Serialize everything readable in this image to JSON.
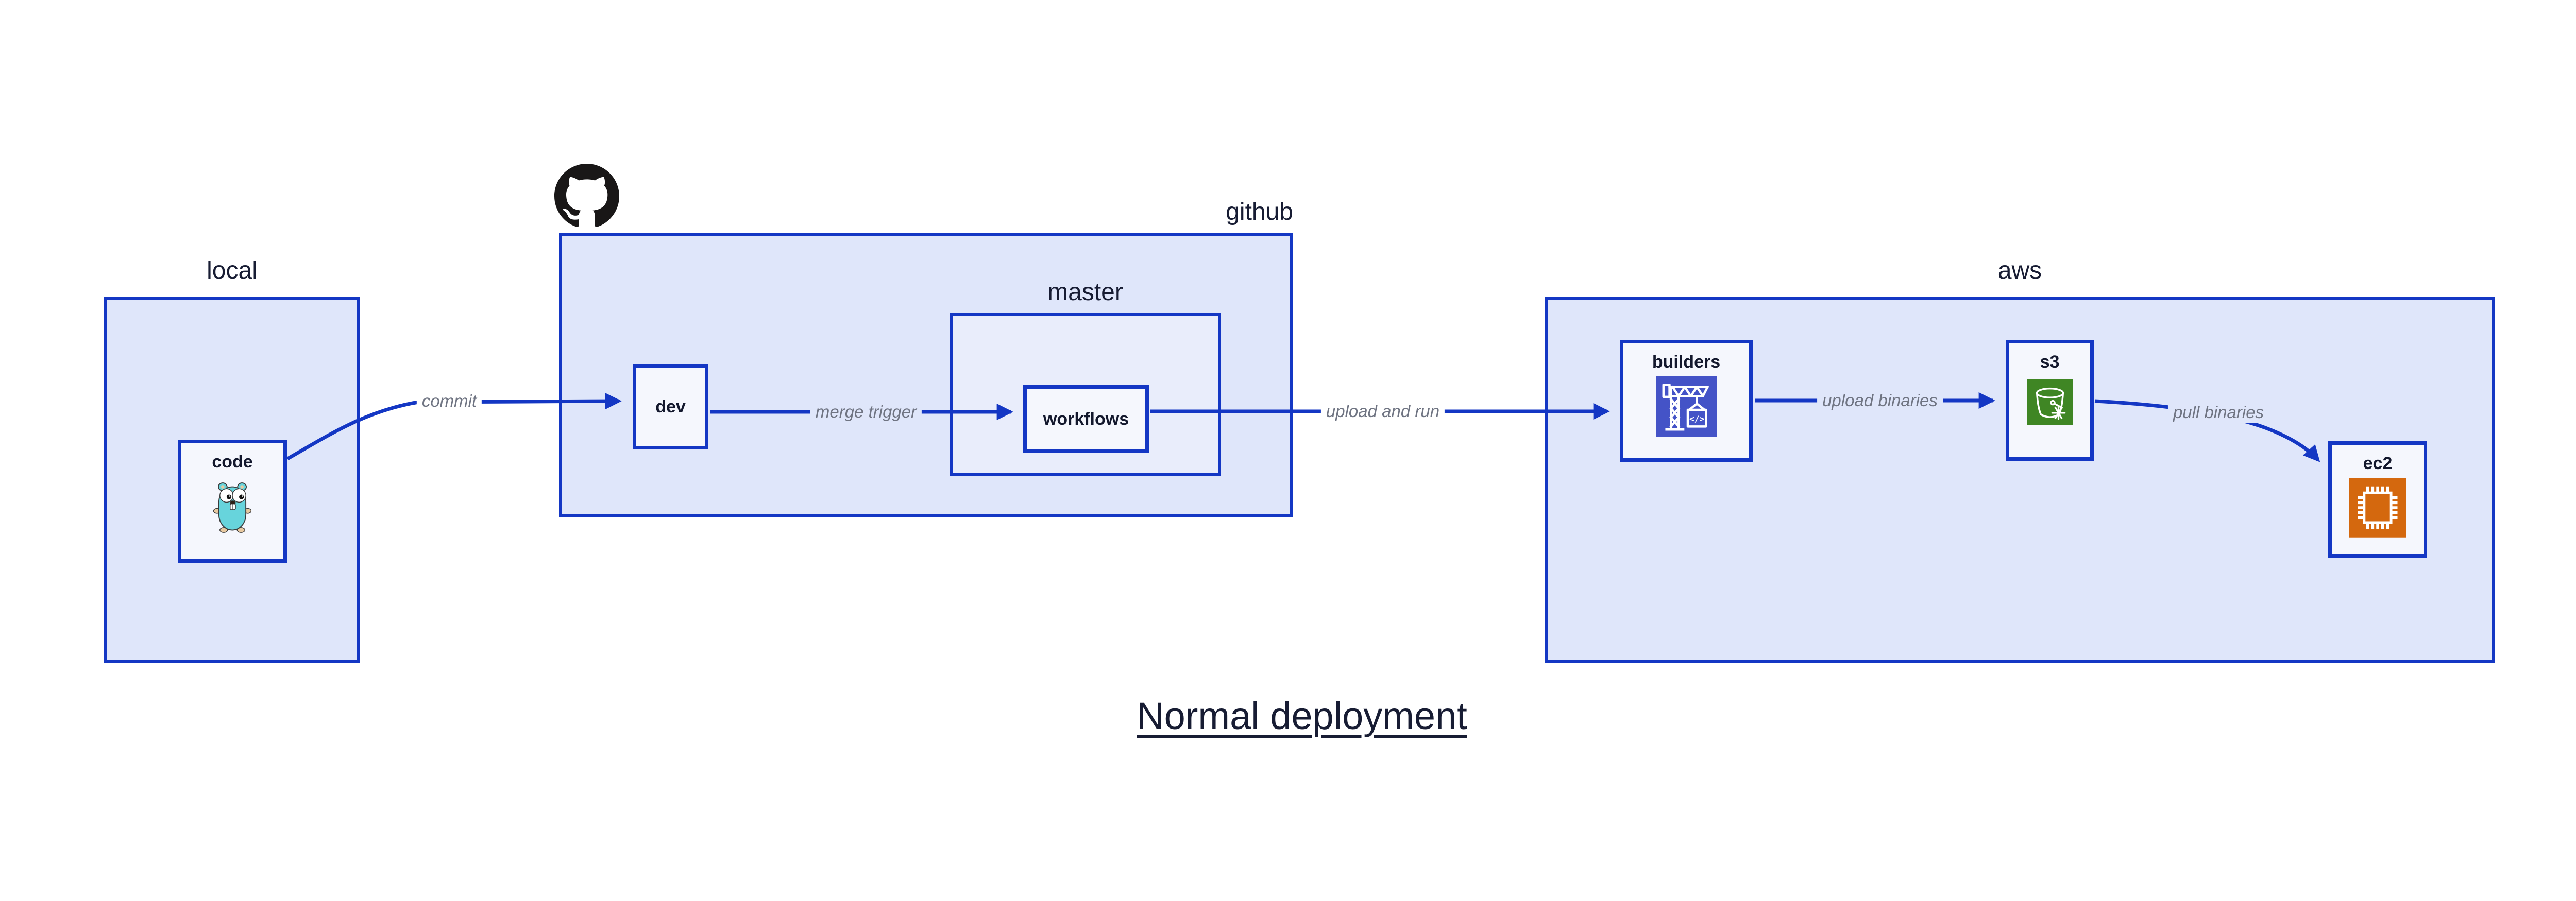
{
  "diagram": {
    "title": "Normal deployment"
  },
  "containers": {
    "local": {
      "label": "local"
    },
    "github": {
      "label": "github"
    },
    "master": {
      "label": "master"
    },
    "aws": {
      "label": "aws"
    }
  },
  "nodes": {
    "code": {
      "label": "code",
      "icon": "go-gopher-icon"
    },
    "dev": {
      "label": "dev"
    },
    "workflows": {
      "label": "workflows"
    },
    "builders": {
      "label": "builders",
      "icon": "codebuild-crane-icon",
      "icon_glyph": "</>"
    },
    "s3": {
      "label": "s3",
      "icon": "s3-glacier-bucket-icon"
    },
    "ec2": {
      "label": "ec2",
      "icon": "ec2-chip-icon"
    }
  },
  "edges": {
    "commit": {
      "label": "commit"
    },
    "merge_trigger": {
      "label": "merge trigger"
    },
    "upload_and_run": {
      "label": "upload and run"
    },
    "upload_binaries": {
      "label": "upload binaries"
    },
    "pull_binaries": {
      "label": "pull binaries"
    }
  },
  "icons": {
    "github_logo": "github-octocat-icon"
  },
  "colors": {
    "edge_blue": "#1437c4",
    "container_fill": "#dfe6fa",
    "master_fill": "#e9edfb",
    "node_fill": "#f5f7fd",
    "label_dark": "#171c33",
    "edge_label_gray": "#6f7482",
    "builders_icon_bg": "#4453c7",
    "s3_icon_bg": "#3f8624",
    "ec2_icon_bg": "#d4680e",
    "gopher_teal": "#67d4dc",
    "github_logo_black": "#191717"
  }
}
